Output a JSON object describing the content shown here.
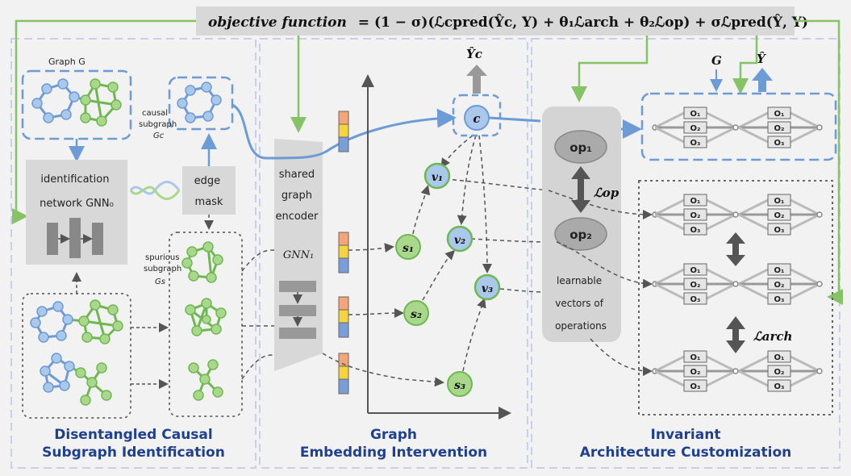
{
  "objective": {
    "lhs": "objective function",
    "rhs": "= (1 − σ)(ℒcpred(Ŷc, Y) + θ₁ℒarch + θ₂ℒop) + σℒpred(Ŷ, Y)"
  },
  "left": {
    "graph_label": "Graph G",
    "causal_label": "causal subgraph Gc",
    "causal_line1": "causal",
    "causal_line2": "subgraph",
    "causal_line3": "Gc",
    "identification_line1": "identification",
    "identification_line2": "network GNN₀",
    "edge_mask_line1": "edge",
    "edge_mask_line2": "mask",
    "spurious_line1": "spurious",
    "spurious_line2": "subgraph",
    "spurious_line3": "Gs",
    "title_line1": "Disentangled Causal",
    "title_line2": "Subgraph Identification"
  },
  "middle": {
    "encoder_line1": "shared",
    "encoder_line2": "graph",
    "encoder_line3": "encoder",
    "encoder_line4": "GNN₁",
    "yc_label": "Ŷc",
    "c": "c",
    "v1": "v₁",
    "v2": "v₂",
    "v3": "v₃",
    "s1": "s₁",
    "s2": "s₂",
    "s3": "s₃",
    "title_line1": "Graph",
    "title_line2": "Embedding Intervention"
  },
  "right": {
    "op1": "op₁",
    "op2": "op₂",
    "loss_op": "ℒop",
    "learnable_line1": "learnable",
    "learnable_line2": "vectors of",
    "learnable_line3": "operations",
    "g_label": "G",
    "yhat_label": "Ŷ",
    "o1": "O₁",
    "o2": "O₂",
    "o3": "O₃",
    "loss_arch": "ℒarch",
    "title_line1": "Invariant",
    "title_line2": "Architecture Customization"
  },
  "colors": {
    "blue_node": "#a9c8ea",
    "blue_edge": "#6d9bd6",
    "green_node": "#a9d88c",
    "green_edge": "#6fb851",
    "title_blue": "#1f3f8f",
    "arrow_green": "#86c266"
  }
}
